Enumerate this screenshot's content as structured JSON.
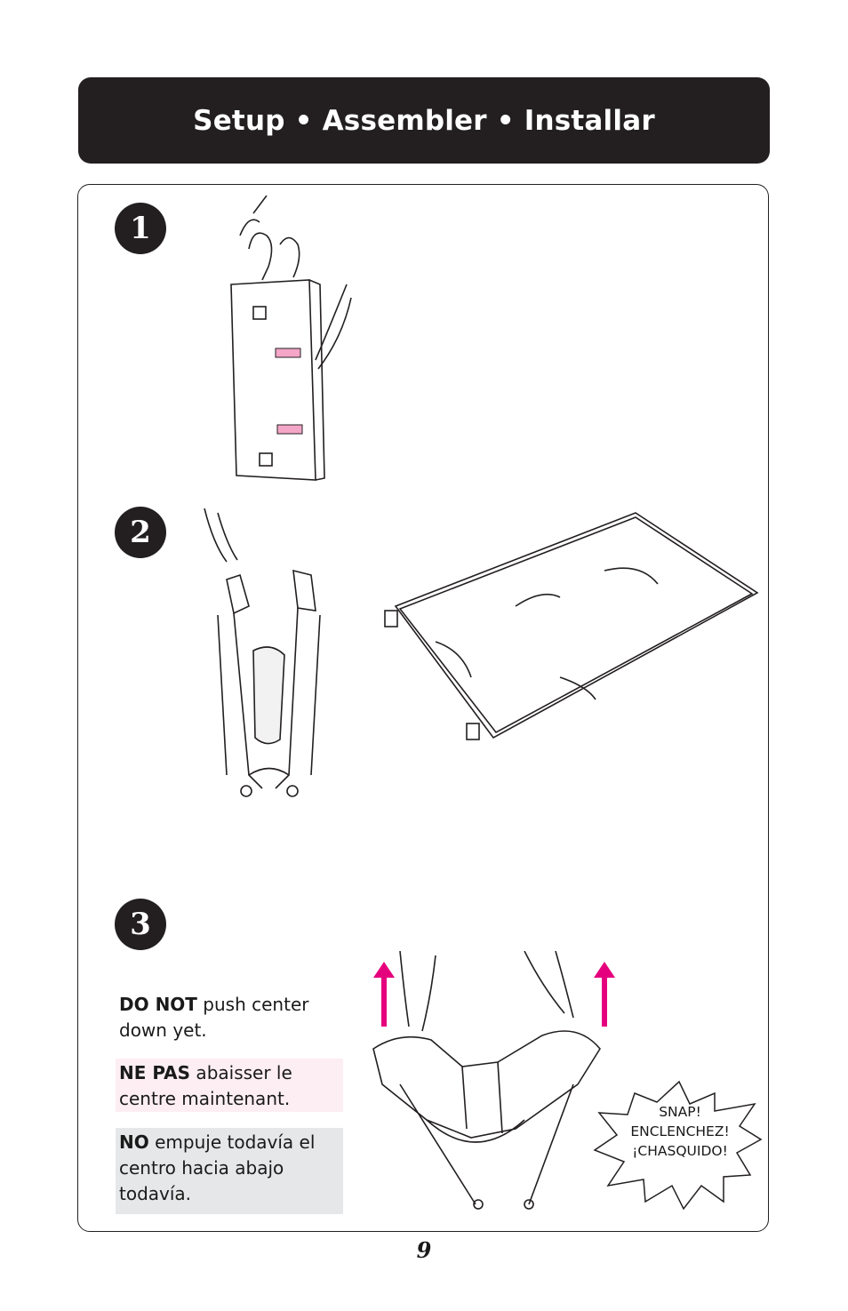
{
  "header": {
    "title": "Setup • Assembler • Installar"
  },
  "steps": [
    {
      "number": "1"
    },
    {
      "number": "2"
    },
    {
      "number": "3"
    }
  ],
  "notes": {
    "en": {
      "bold": "DO NOT",
      "text": " push center down yet."
    },
    "fr": {
      "bold": "NE PAS",
      "text": " abaisser le centre maintenant."
    },
    "es": {
      "bold": "NO",
      "text": " empuje todavía el centro hacia abajo todavía."
    }
  },
  "snap_burst": {
    "line1": "SNAP!",
    "line2": "ENCLENCHEZ!",
    "line3": "¡CHASQUIDO!"
  },
  "colors": {
    "header_bg": "#231f20",
    "accent_magenta": "#e5007e",
    "pink_strap": "#f4a6c8",
    "fr_bg": "#fdeef3",
    "es_bg": "#e6e7e8"
  },
  "page": {
    "number": "9"
  }
}
